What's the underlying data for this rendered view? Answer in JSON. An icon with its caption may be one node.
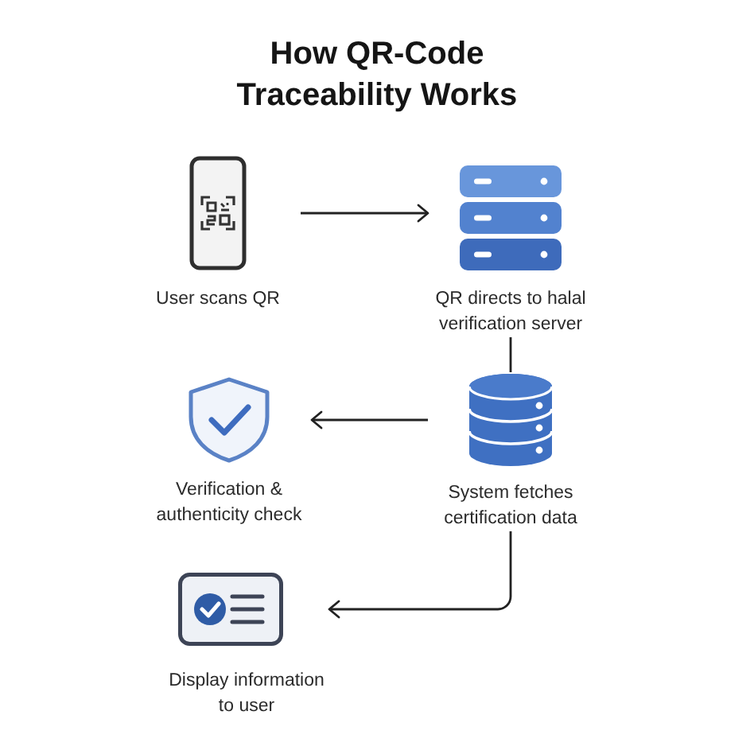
{
  "diagram": {
    "title": "How QR-Code Traceability Works",
    "nodes": [
      {
        "text": [
          "User scans QR"
        ]
      },
      {
        "text": [
          "QR directs to halal verification server"
        ]
      },
      {
        "text": [
          "System fetches certification data"
        ]
      },
      {
        "text": [
          "Verification & authenticity check"
        ]
      },
      {
        "text": [
          "Display information to user"
        ]
      }
    ],
    "edges": [
      {
        "from": 0,
        "to": 1,
        "arrow": "to"
      },
      {
        "from": 1,
        "to": 2,
        "arrow": "none"
      },
      {
        "from": 2,
        "to": 3,
        "arrow": "to"
      },
      {
        "from": 2,
        "to": 4,
        "arrow": "to"
      }
    ]
  }
}
